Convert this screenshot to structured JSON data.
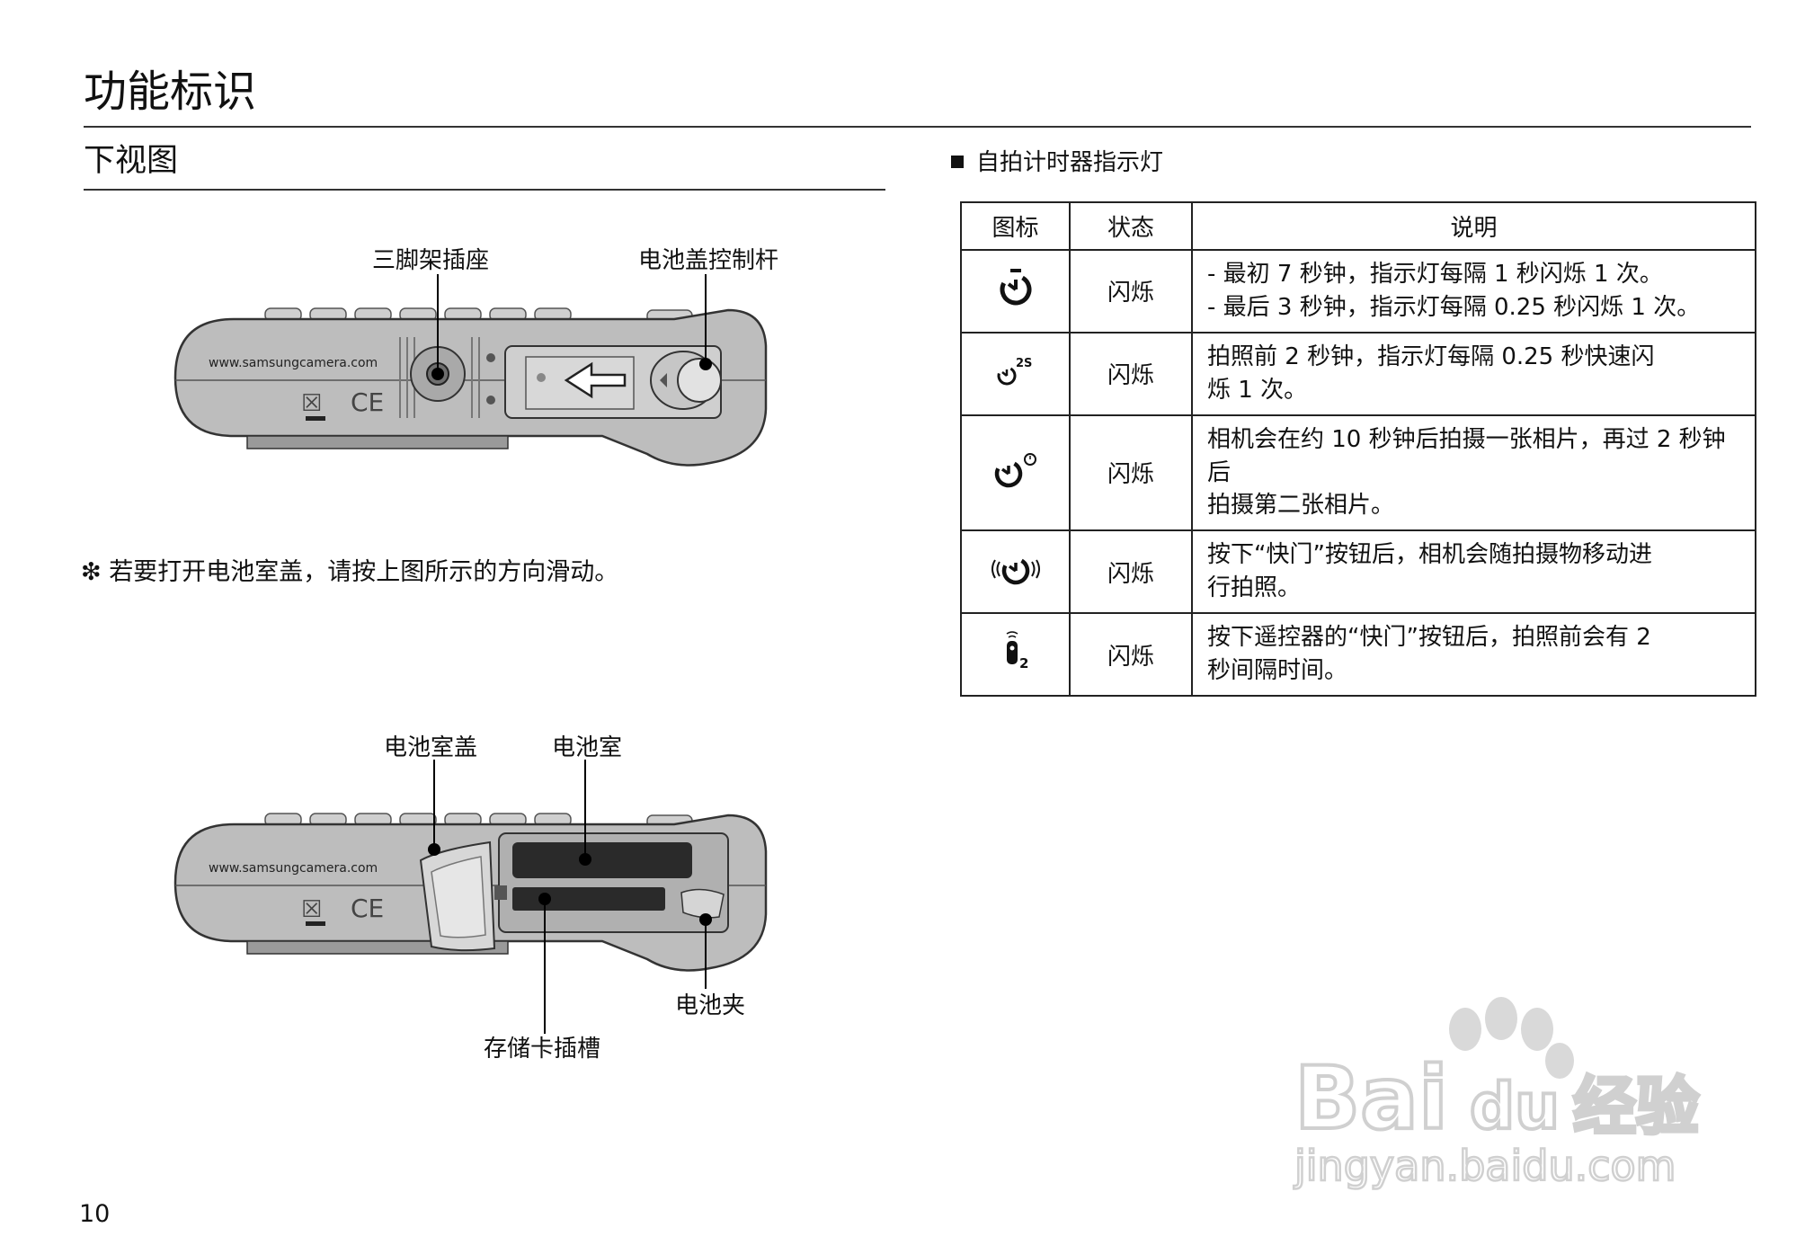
{
  "page": {
    "title": "功能标识",
    "section_title": "下视图",
    "page_number": "10"
  },
  "diagram_top": {
    "labels": {
      "tripod": "三脚架插座",
      "battery_lever": "电池盖控制杆"
    },
    "url": "www.samsungcamera.com"
  },
  "note": "❇ 若要打开电池室盖，请按上图所示的方向滑动。",
  "diagram_bottom": {
    "labels": {
      "battery_cover": "电池室盖",
      "battery_chamber": "电池室",
      "battery_holder": "电池夹",
      "card_slot": "存储卡插槽"
    },
    "url": "www.samsungcamera.com"
  },
  "self_timer": {
    "heading": "自拍计时器指示灯",
    "headers": [
      "图标",
      "状态",
      "说明"
    ],
    "rows": [
      {
        "icon": "self-timer-10s-icon",
        "state": "闪烁",
        "desc_lines": [
          "- 最初 7 秒钟，指示灯每隔 1 秒闪烁 1 次。",
          "- 最后 3 秒钟，指示灯每隔 0.25 秒闪烁 1 次。"
        ]
      },
      {
        "icon": "self-timer-2s-icon",
        "icon_text": "2S",
        "state": "闪烁",
        "desc_lines": [
          "拍照前 2 秒钟，指示灯每隔 0.25 秒快速闪",
          "烁 1 次。"
        ]
      },
      {
        "icon": "double-self-timer-icon",
        "state": "闪烁",
        "desc_lines": [
          "相机会在约 10 秒钟后拍摄一张相片，再过 2 秒钟后",
          "拍摄第二张相片。"
        ]
      },
      {
        "icon": "motion-timer-icon",
        "state": "闪烁",
        "desc_lines": [
          "按下“快门”按钮后，相机会随拍摄物移动进",
          "行拍照。"
        ]
      },
      {
        "icon": "remote-2s-icon",
        "icon_text": "2",
        "state": "闪烁",
        "desc_lines": [
          "按下遥控器的“快门”按钮后，拍照前会有 2",
          "秒间隔时间。"
        ]
      }
    ]
  },
  "watermark": {
    "brand": "Bai",
    "brand_du": "du",
    "suffix": "经验",
    "url": "jingyan.baidu.com"
  }
}
